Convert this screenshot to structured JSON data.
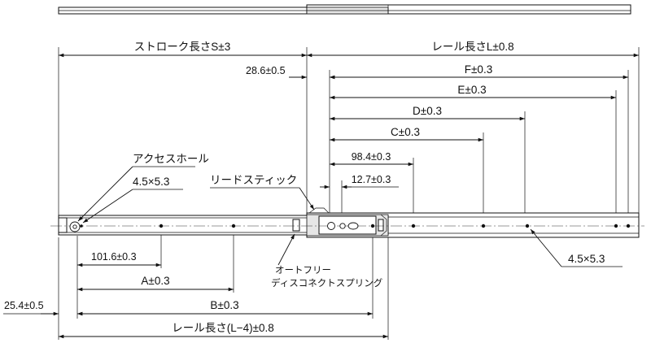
{
  "labels": {
    "stroke_length": "ストローク長さS±3",
    "rail_length": "レール長さL±0.8",
    "dim_28_6": "28.6±0.5",
    "dim_F": "F±0.3",
    "dim_E": "E±0.3",
    "dim_D": "D±0.3",
    "dim_C": "C±0.3",
    "dim_98_4": "98.4±0.3",
    "dim_12_7": "12.7±0.3",
    "access_hole": "アクセスホール",
    "hole_left": "4.5×5.3",
    "lead_stick": "リードスティック",
    "dim_101_6": "101.6±0.3",
    "dim_A": "A±0.3",
    "dim_B": "B±0.3",
    "dim_25_4": "25.4±0.5",
    "rail_length_L4": "レール長さ(L−4)±0.8",
    "auto_free_1": "オートフリー",
    "auto_free_2": "ディスコネクトスプリング",
    "hole_right": "4.5×5.3"
  },
  "colors": {
    "line": "#111111",
    "shade": "#e6e6e6"
  }
}
